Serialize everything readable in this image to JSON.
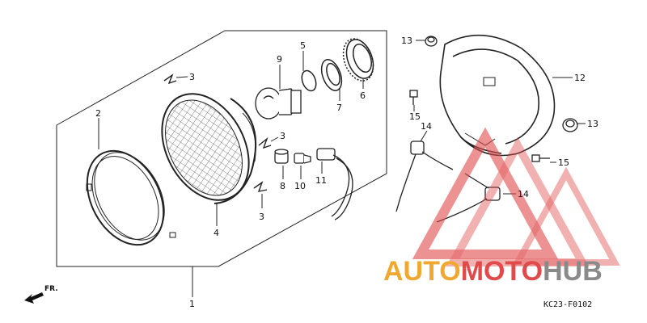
{
  "callouts": {
    "c1": "1",
    "c2": "2",
    "c3a": "3",
    "c3b": "3",
    "c3c": "3",
    "c4": "4",
    "c5": "5",
    "c6": "6",
    "c7": "7",
    "c8": "8",
    "c9": "9",
    "c10": "10",
    "c11": "11",
    "c12": "12",
    "c13a": "13",
    "c13b": "13",
    "c14a": "14",
    "c14b": "14",
    "c15a": "15",
    "c15b": "15"
  },
  "front_marker": "FR.",
  "diagram_code": "KC23-F0102",
  "watermark": {
    "word1": "AUTO",
    "word2": "MOTO",
    "word3": "HUB",
    "color_orange": "#f0a830",
    "color_red": "#e04a4a",
    "color_gray": "#8a8a8a"
  }
}
